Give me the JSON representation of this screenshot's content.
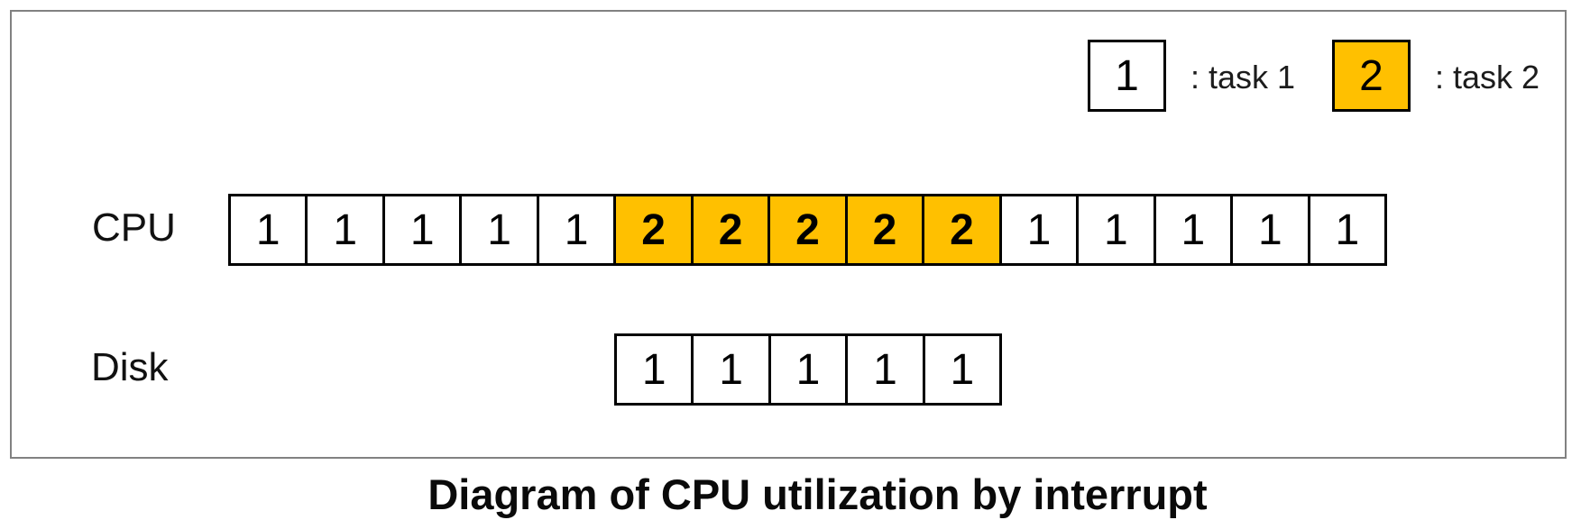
{
  "figure": {
    "caption": "Diagram of CPU utilization by interrupt"
  },
  "legend": {
    "items": [
      {
        "symbol": "1",
        "label": ": task 1",
        "fill": "#ffffff"
      },
      {
        "symbol": "2",
        "label": ": task 2",
        "fill": "#ffc000"
      }
    ]
  },
  "colors": {
    "task1_fill": "#ffffff",
    "task2_fill": "#ffc000",
    "cell_border": "#000000",
    "frame_border": "#818181"
  },
  "rows": [
    {
      "label": "CPU",
      "cells": [
        "1",
        "1",
        "1",
        "1",
        "1",
        "2",
        "2",
        "2",
        "2",
        "2",
        "1",
        "1",
        "1",
        "1",
        "1"
      ]
    },
    {
      "label": "Disk",
      "cells": [
        "1",
        "1",
        "1",
        "1",
        "1"
      ]
    }
  ]
}
